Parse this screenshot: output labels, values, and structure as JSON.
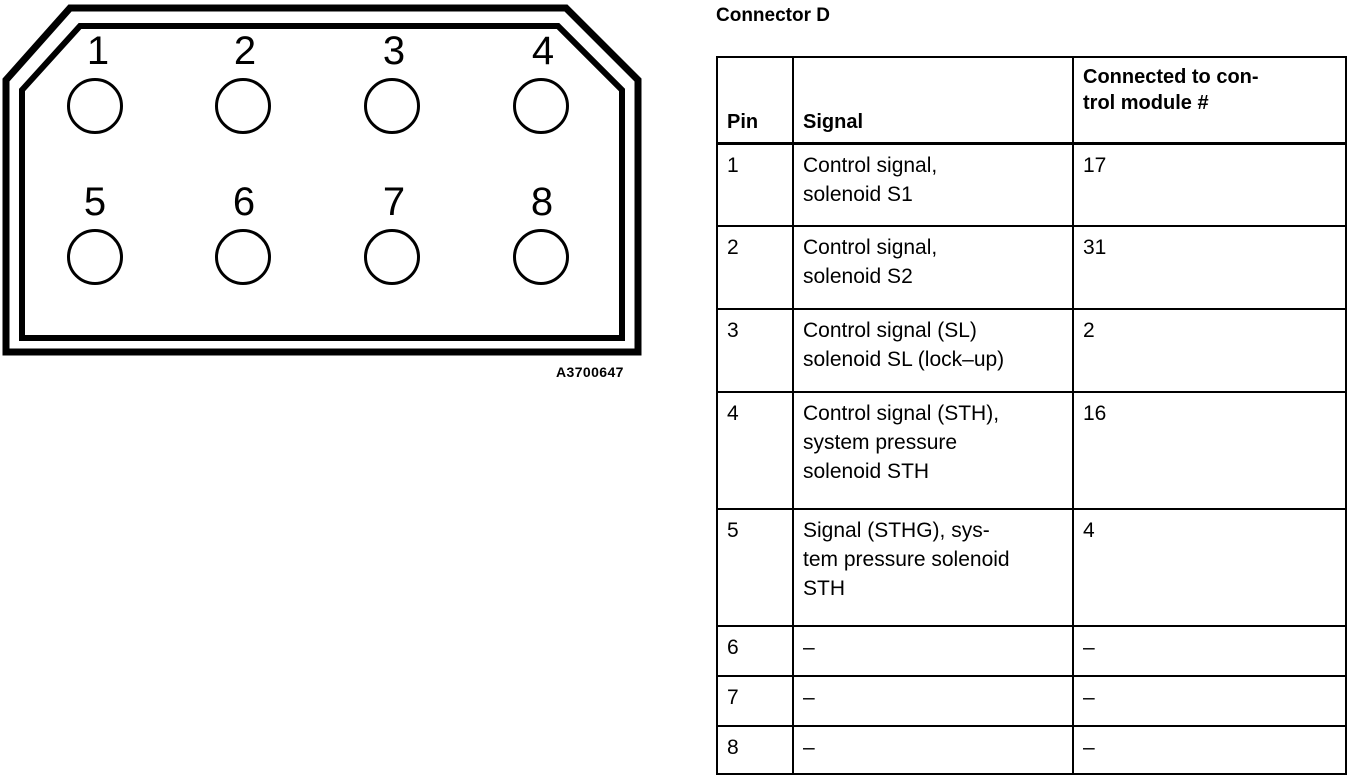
{
  "figure": {
    "reference_code": "A3700647",
    "pin_labels": [
      "1",
      "2",
      "3",
      "4",
      "5",
      "6",
      "7",
      "8"
    ]
  },
  "table": {
    "title": "Connector D",
    "columns": [
      {
        "key": "pin",
        "label": "Pin"
      },
      {
        "key": "signal",
        "label": "Signal"
      },
      {
        "key": "module",
        "label": "Connected to con-\ntrol module #",
        "label_line1": "Connected to con-",
        "label_line2": "trol module #"
      }
    ],
    "rows": [
      {
        "pin": "1",
        "signal_line1": "Control signal,",
        "signal_line2": "solenoid S1",
        "signal_line3": "",
        "module": "17"
      },
      {
        "pin": "2",
        "signal_line1": "Control signal,",
        "signal_line2": "solenoid S2",
        "signal_line3": "",
        "module": "31"
      },
      {
        "pin": "3",
        "signal_line1": "Control signal (SL)",
        "signal_line2": "solenoid SL (lock–up)",
        "signal_line3": "",
        "module": "2"
      },
      {
        "pin": "4",
        "signal_line1": "Control signal (STH),",
        "signal_line2": "system pressure",
        "signal_line3": "solenoid STH",
        "module": "16"
      },
      {
        "pin": "5",
        "signal_line1": "Signal (STHG), sys-",
        "signal_line2": "tem pressure solenoid",
        "signal_line3": "STH",
        "module": "4"
      },
      {
        "pin": "6",
        "signal_line1": "–",
        "signal_line2": "",
        "signal_line3": "",
        "module": "–"
      },
      {
        "pin": "7",
        "signal_line1": "–",
        "signal_line2": "",
        "signal_line3": "",
        "module": "–"
      },
      {
        "pin": "8",
        "signal_line1": "–",
        "signal_line2": "",
        "signal_line3": "",
        "module": "–"
      }
    ]
  },
  "colors": {
    "ink": "#000000",
    "paper": "#ffffff"
  }
}
